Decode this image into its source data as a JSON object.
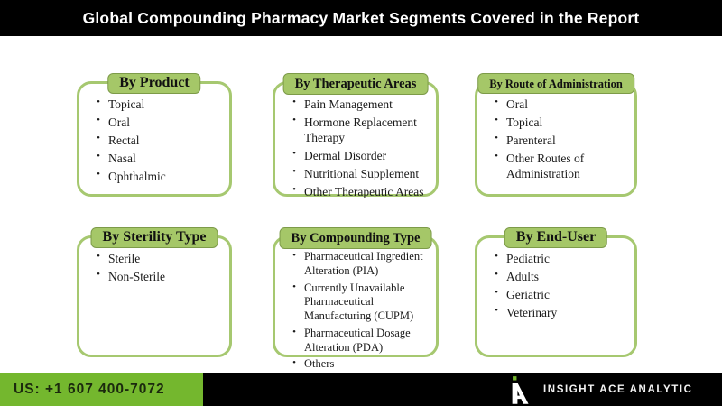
{
  "header": {
    "title": "Global Compounding Pharmacy Market Segments Covered in the Report"
  },
  "boxes": [
    {
      "title": "By Product",
      "items": [
        "Topical",
        "Oral",
        "Rectal",
        "Nasal",
        "Ophthalmic"
      ]
    },
    {
      "title": "By Therapeutic Areas",
      "items": [
        "Pain Management",
        "Hormone Replacement Therapy",
        "Dermal Disorder",
        "Nutritional Supplement",
        "Other Therapeutic Areas"
      ]
    },
    {
      "title": "By Route of Administration",
      "items": [
        "Oral",
        "Topical",
        "Parenteral",
        "Other Routes of Administration"
      ]
    },
    {
      "title": "By Sterility Type",
      "items": [
        "Sterile",
        "Non-Sterile"
      ]
    },
    {
      "title": "By Compounding Type",
      "items": [
        "Pharmaceutical Ingredient Alteration (PIA)",
        "Currently Unavailable Pharmaceutical Manufacturing (CUPM)",
        "Pharmaceutical Dosage Alteration (PDA)",
        "Others"
      ]
    },
    {
      "title": "By End-User",
      "items": [
        "Pediatric",
        "Adults",
        "Geriatric",
        "Veterinary"
      ]
    }
  ],
  "list_bullet": "•",
  "footer": {
    "phone_label": "US: +1 607 400-7072",
    "brand_name": "INSIGHT ACE ANALYTIC"
  },
  "colors": {
    "header_bg": "#000000",
    "header_text": "#ffffff",
    "box_border_green": "#a6c870",
    "tab_fill_green": "#a5c768",
    "tab_border_green": "#7d9b49",
    "footer_green": "#74b72e",
    "footer_phone_text": "#1b290e",
    "logo_dot_green": "#76b82e"
  }
}
